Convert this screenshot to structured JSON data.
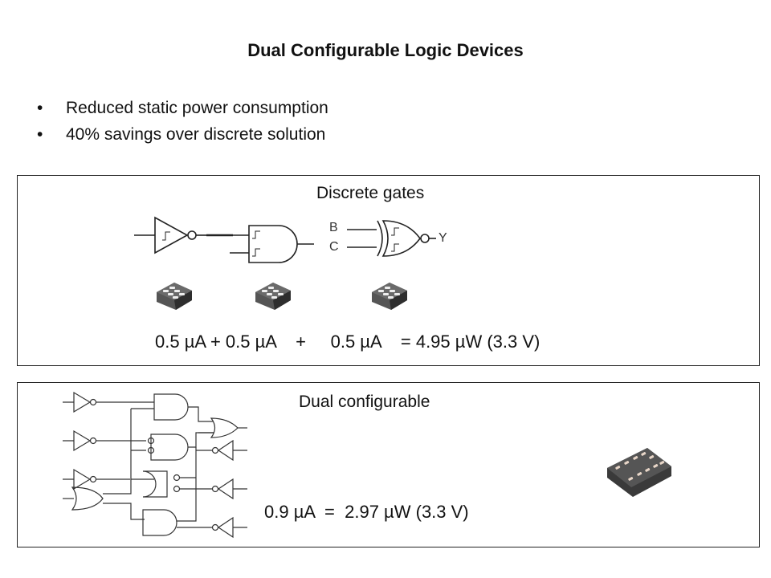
{
  "slide": {
    "title": "Dual Configurable Logic Devices",
    "bullets": [
      {
        "marker": "•",
        "text": "Reduced static power consumption"
      },
      {
        "marker": "•",
        "text": "40% savings over discrete solution"
      }
    ]
  },
  "discrete_panel": {
    "heading": "Discrete gates",
    "input_labels": [
      "B",
      "C"
    ],
    "output_label": "Y",
    "gate_icons": [
      "schmitt-inverter-icon",
      "schmitt-and-gate-icon",
      "schmitt-xnor-gate-icon"
    ],
    "chip_icons": [
      "6-pin-package-icon",
      "6-pin-package-icon",
      "6-pin-package-icon"
    ],
    "formula": "0.5 µA + 0.5 µA    +     0.5 µA    = 4.95 µW (3.3 V)"
  },
  "configurable_panel": {
    "heading": "Dual configurable",
    "schematic_icon": "configurable-logic-schematic-icon",
    "chip_icon": "10-pin-package-icon",
    "formula": "0.9 µA  =  2.97 µW (3.3 V)"
  }
}
